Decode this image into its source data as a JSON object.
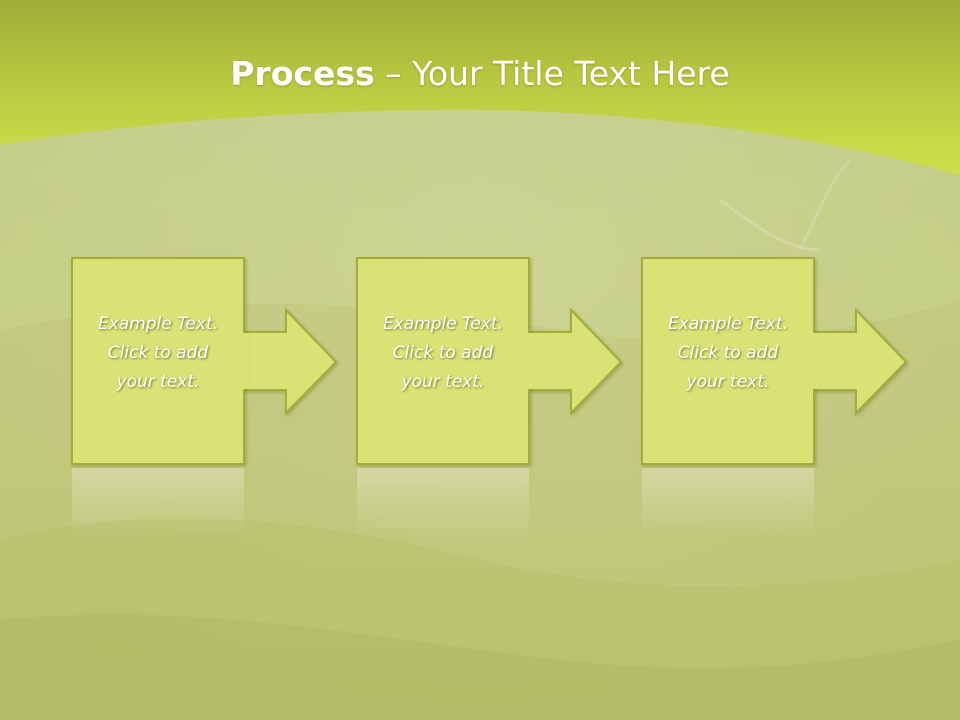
{
  "title": {
    "bold": "Process",
    "separator": " – ",
    "rest": "Your Title Text Here"
  },
  "colors": {
    "banner_top": "#a4b43a",
    "banner_bottom": "#c9dc48",
    "box_fill": "#dbe275",
    "box_stroke": "#a3ab3a",
    "field": "#c7d07a"
  },
  "steps": [
    {
      "lines": [
        "Example Text.",
        "Click  to add",
        "your text."
      ]
    },
    {
      "lines": [
        "Example Text.",
        "Click  to add",
        "your text."
      ]
    },
    {
      "lines": [
        "Example Text.",
        "Click  to add",
        "your text."
      ]
    }
  ]
}
